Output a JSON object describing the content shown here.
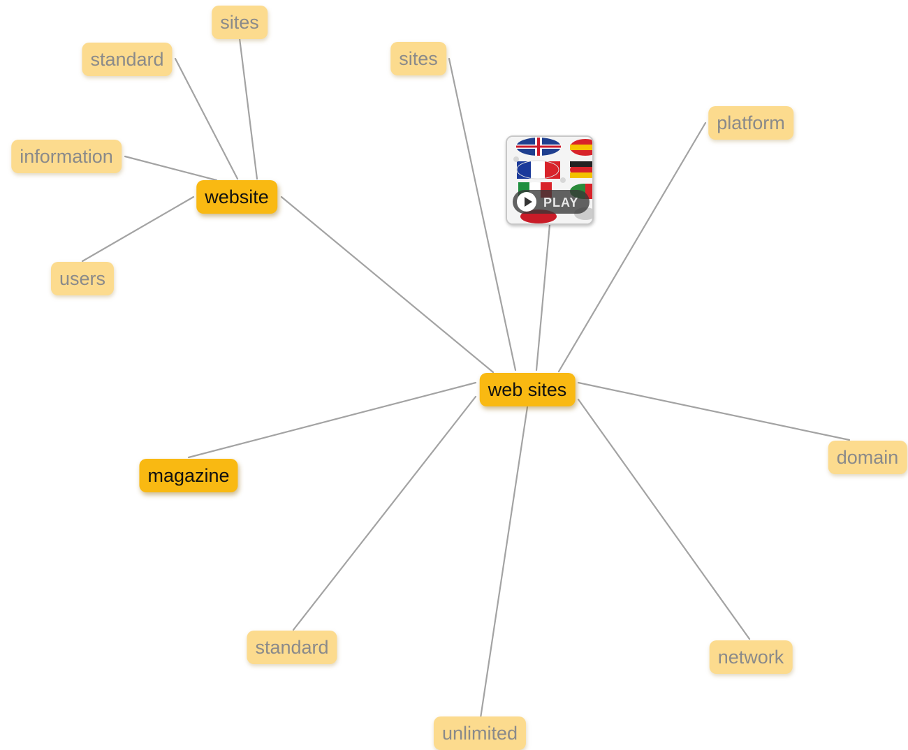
{
  "nodes": {
    "web_sites": "web sites",
    "website": "website",
    "magazine": "magazine",
    "sites_top": "sites",
    "sites_mid": "sites",
    "platform": "platform",
    "domain": "domain",
    "network": "network",
    "unlimited": "unlimited",
    "standard_bottom": "standard",
    "standard_top": "standard",
    "information": "information",
    "users": "users"
  },
  "video": {
    "play_label": "PLAY",
    "icon": "play-icon"
  },
  "colors": {
    "major_node": "#f9b912",
    "minor_node": "#fcdb8e",
    "edge": "#a3a3a3"
  },
  "edges": [
    [
      "web_sites",
      "website"
    ],
    [
      "web_sites",
      "sites_mid"
    ],
    [
      "web_sites",
      "video"
    ],
    [
      "web_sites",
      "platform"
    ],
    [
      "web_sites",
      "domain"
    ],
    [
      "web_sites",
      "network"
    ],
    [
      "web_sites",
      "unlimited"
    ],
    [
      "web_sites",
      "standard_bottom"
    ],
    [
      "web_sites",
      "magazine"
    ],
    [
      "website",
      "sites_top"
    ],
    [
      "website",
      "standard_top"
    ],
    [
      "website",
      "information"
    ],
    [
      "website",
      "users"
    ]
  ]
}
